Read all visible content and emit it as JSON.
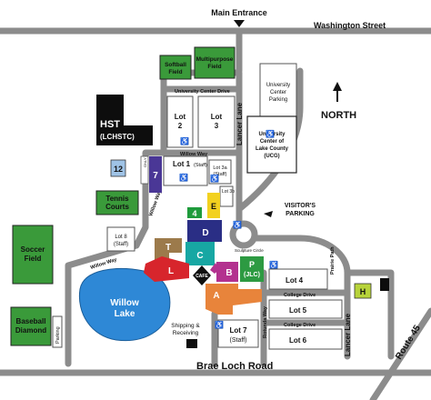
{
  "map": {
    "entrance_label": "Main Entrance",
    "streets": {
      "washington": "Washington Street",
      "brae_loch": "Brae Loch Road",
      "route45": "Route 45",
      "university_center_drive": "University Center Drive",
      "willow_way_top": "Willow Way",
      "willow_way_side": "Willow Way",
      "willow_way_left": "Willow Way",
      "lancer_lane_top": "Lancer Lane",
      "lancer_lane_right": "Lancer Lane",
      "college_drive_a": "College Drive",
      "college_drive_b": "College Drive",
      "rotunda_way": "Rotunda Way",
      "prairie_path": "Prairie Path",
      "sculpture_circle": "Sculpture Circle"
    },
    "north": "NORTH",
    "buildings": {
      "hst_line1": "HST",
      "hst_line2": "(LCHSTC)",
      "b12": "12",
      "b7": "7",
      "b4": "4",
      "bE": "E",
      "bD": "D",
      "bT": "T",
      "bC": "C",
      "bL": "L",
      "bB": "B",
      "bA": "A",
      "bP_line1": "P",
      "bP_line2": "(JLC)",
      "bH": "H",
      "cafe": "CAFE",
      "ucg_line1": "University",
      "ucg_line2": "Center of",
      "ucg_line3": "Lake County",
      "ucg_line4": "(UCG)"
    },
    "fields": {
      "softball_line1": "Softball",
      "softball_line2": "Field",
      "multipurpose_line1": "Multipurpose",
      "multipurpose_line2": "Field",
      "tennis_line1": "Tennis",
      "tennis_line2": "Courts",
      "soccer_line1": "Soccer",
      "soccer_line2": "Field",
      "baseball_line1": "Baseball",
      "baseball_line2": "Diamond"
    },
    "lots": {
      "lot2_line1": "Lot",
      "lot2_line2": "2",
      "lot3_line1": "Lot",
      "lot3_line2": "3",
      "lot1": "Lot 1",
      "lot1_staff": "(Staff)",
      "lot3a_line1": "Lot 3a",
      "lot3a_line2": "(Staff)",
      "lot3b": "Lot 3b",
      "lot8_line1": "Lot 8",
      "lot8_line2": "(Staff)",
      "lot4": "Lot 4",
      "lot5": "Lot 5",
      "lot6": "Lot 6",
      "lot7_line1": "Lot 7",
      "lot7_line2": "(Staff)",
      "ucg_parking_line1": "University",
      "ucg_parking_line2": "Center",
      "ucg_parking_line3": "Parking",
      "visitors_line1": "VISITOR'S",
      "visitors_line2": "PARKING",
      "parking_vertical": "Parking"
    },
    "other": {
      "willow_lake_line1": "Willow",
      "willow_lake_line2": "Lake",
      "shipping_line1": "Shipping &",
      "shipping_line2": "Receiving",
      "only": "ONLY",
      "handicap": "♿"
    },
    "colors": {
      "road": "#8c8c8c",
      "field": "#3a9a3a",
      "lake": "#2e88d6",
      "hst": "#0d0d0d",
      "b12": "#9fc3e6",
      "b7": "#4a3796",
      "b4": "#1f9b3c",
      "bE": "#f2d11f",
      "bD": "#2a2e85",
      "bT": "#9c7a4b",
      "bC": "#17a7a3",
      "bL": "#d7252c",
      "bB": "#b3318f",
      "bA": "#e8843b",
      "bP": "#2d9a42",
      "bH": "#b7d33a"
    }
  }
}
